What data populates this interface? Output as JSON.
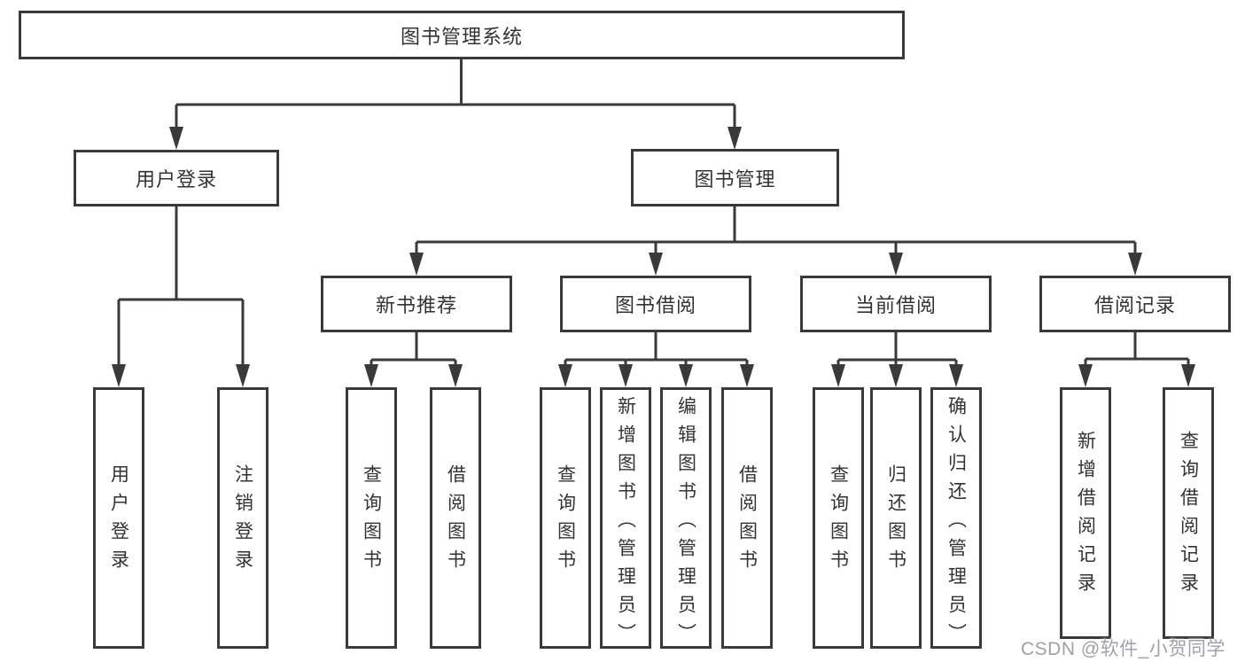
{
  "diagram": {
    "root": {
      "label": "图书管理系统"
    },
    "branches": [
      {
        "label": "用户登录",
        "children": [
          {
            "label": "用户登录"
          },
          {
            "label": "注销登录"
          }
        ]
      },
      {
        "label": "图书管理",
        "children": [
          {
            "label": "新书推荐",
            "children": [
              {
                "label": "查询图书"
              },
              {
                "label": "借阅图书"
              }
            ]
          },
          {
            "label": "图书借阅",
            "children": [
              {
                "label": "查询图书"
              },
              {
                "label": "新增图书（管理员）"
              },
              {
                "label": "编辑图书（管理员）"
              },
              {
                "label": "借阅图书"
              }
            ]
          },
          {
            "label": "当前借阅",
            "children": [
              {
                "label": "查询图书"
              },
              {
                "label": "归还图书"
              },
              {
                "label": "确认归还（管理员）"
              }
            ]
          },
          {
            "label": "借阅记录",
            "children": [
              {
                "label": "新增借阅记录"
              },
              {
                "label": "查询借阅记录"
              }
            ]
          }
        ]
      }
    ]
  },
  "watermark": "CSDN @软件_小贺同学",
  "colors": {
    "line": "#3a3a3a",
    "text": "#333333",
    "background": "#ffffff",
    "watermark": "#9fa0a8"
  }
}
